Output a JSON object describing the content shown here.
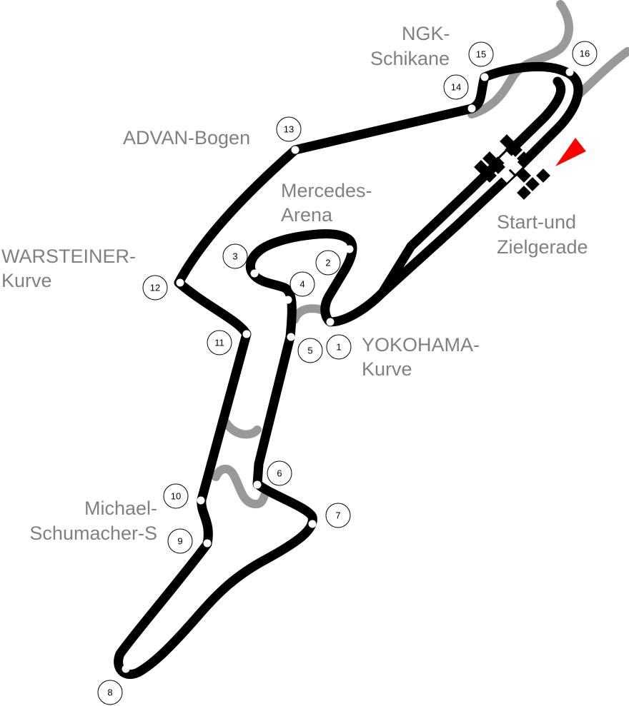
{
  "colors": {
    "track": "#000000",
    "road": "#999999",
    "label": "#808080",
    "flag_arrow": "#ff0000"
  },
  "icons": {
    "start_finish": "checkered-flag-icon",
    "direction": "red-triangle-arrow-icon"
  },
  "corners": [
    {
      "number": "1"
    },
    {
      "number": "2"
    },
    {
      "number": "3"
    },
    {
      "number": "4"
    },
    {
      "number": "5"
    },
    {
      "number": "6"
    },
    {
      "number": "7"
    },
    {
      "number": "8"
    },
    {
      "number": "9"
    },
    {
      "number": "10"
    },
    {
      "number": "11"
    },
    {
      "number": "12"
    },
    {
      "number": "13"
    },
    {
      "number": "14"
    },
    {
      "number": "15"
    },
    {
      "number": "16"
    }
  ],
  "labels": {
    "ngk": [
      "NGK-",
      "Schikane"
    ],
    "advan": [
      "ADVAN-Bogen"
    ],
    "mercedes": [
      "Mercedes-",
      "Arena"
    ],
    "warsteiner": [
      "WARSTEINER-",
      "Kurve"
    ],
    "start": [
      "Start-und",
      "Zielgerade"
    ],
    "yokohama": [
      "YOKOHAMA-",
      "Kurve"
    ],
    "schumacher": [
      "Michael-",
      "Schumacher-S"
    ]
  }
}
